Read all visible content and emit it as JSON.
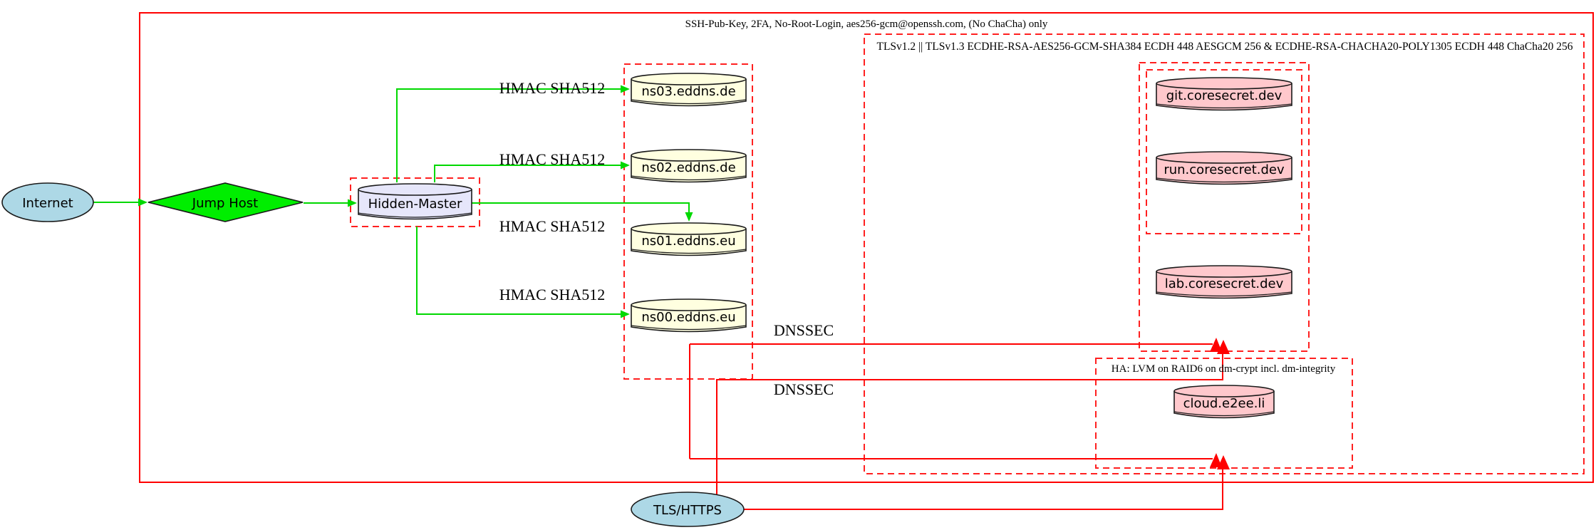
{
  "colors": {
    "boundary_red": "#ff0000",
    "cluster_dashed_red": "#ff2020",
    "edge_green": "#00d800",
    "diamond_green": "#00ee00",
    "node_lightblue": "#add8e6",
    "node_lightyellow": "#ffffe0",
    "node_lavender": "#e6e6fa",
    "node_pink": "#ffc8cc",
    "text_black": "#000000"
  },
  "boundaries": {
    "ssh": {
      "label": "SSH-Pub-Key, 2FA, No-Root-Login, aes256-gcm@openssh.com, (No ChaCha) only"
    },
    "tls": {
      "label": "TLSv1.2 || TLSv1.3 ECDHE-RSA-AES256-GCM-SHA384 ECDH 448 AESGCM 256 & ECDHE-RSA-CHACHA20-POLY1305 ECDH 448 ChaCha20 256"
    },
    "ha": {
      "label": "HA: LVM on RAID6 on dm-crypt incl. dm-integrity"
    }
  },
  "nodes": {
    "internet": {
      "label": "Internet",
      "shape": "ellipse"
    },
    "jump_host": {
      "label": "Jump Host",
      "shape": "diamond"
    },
    "hidden_master": {
      "label": "Hidden-Master",
      "shape": "cylinder"
    },
    "ns03": {
      "label": "ns03.eddns.de",
      "shape": "cylinder"
    },
    "ns02": {
      "label": "ns02.eddns.de",
      "shape": "cylinder"
    },
    "ns01": {
      "label": "ns01.eddns.eu",
      "shape": "cylinder"
    },
    "ns00": {
      "label": "ns00.eddns.eu",
      "shape": "cylinder"
    },
    "git": {
      "label": "git.coresecret.dev",
      "shape": "cylinder"
    },
    "run": {
      "label": "run.coresecret.dev",
      "shape": "cylinder"
    },
    "lab": {
      "label": "lab.coresecret.dev",
      "shape": "cylinder"
    },
    "cloud": {
      "label": "cloud.e2ee.li",
      "shape": "cylinder"
    },
    "tls_https": {
      "label": "TLS/HTTPS",
      "shape": "ellipse"
    }
  },
  "edge_labels": {
    "hmac_ns03": "HMAC SHA512",
    "hmac_ns02": "HMAC SHA512",
    "hmac_ns01": "HMAC SHA512",
    "hmac_ns00": "HMAC SHA512",
    "dnssec_upper": "DNSSEC",
    "dnssec_lower": "DNSSEC"
  },
  "edges": [
    {
      "from": "Internet",
      "to": "Jump Host",
      "color": "green",
      "label": ""
    },
    {
      "from": "Jump Host",
      "to": "Hidden-Master",
      "color": "green",
      "label": ""
    },
    {
      "from": "Hidden-Master",
      "to": "ns03.eddns.de",
      "color": "green",
      "label": "HMAC SHA512"
    },
    {
      "from": "Hidden-Master",
      "to": "ns02.eddns.de",
      "color": "green",
      "label": "HMAC SHA512"
    },
    {
      "from": "Hidden-Master",
      "to": "ns01.eddns.eu",
      "color": "green",
      "label": "HMAC SHA512"
    },
    {
      "from": "Hidden-Master",
      "to": "ns00.eddns.eu",
      "color": "green",
      "label": "HMAC SHA512"
    },
    {
      "from": "nameservers",
      "to": "coresecret.dev cluster",
      "color": "red",
      "label": "DNSSEC"
    },
    {
      "from": "nameservers",
      "to": "HA cloud cluster",
      "color": "red",
      "label": "DNSSEC"
    },
    {
      "from": "TLS/HTTPS",
      "to": "coresecret.dev cluster",
      "color": "red",
      "label": ""
    },
    {
      "from": "TLS/HTTPS",
      "to": "HA cloud cluster",
      "color": "red",
      "label": ""
    }
  ]
}
